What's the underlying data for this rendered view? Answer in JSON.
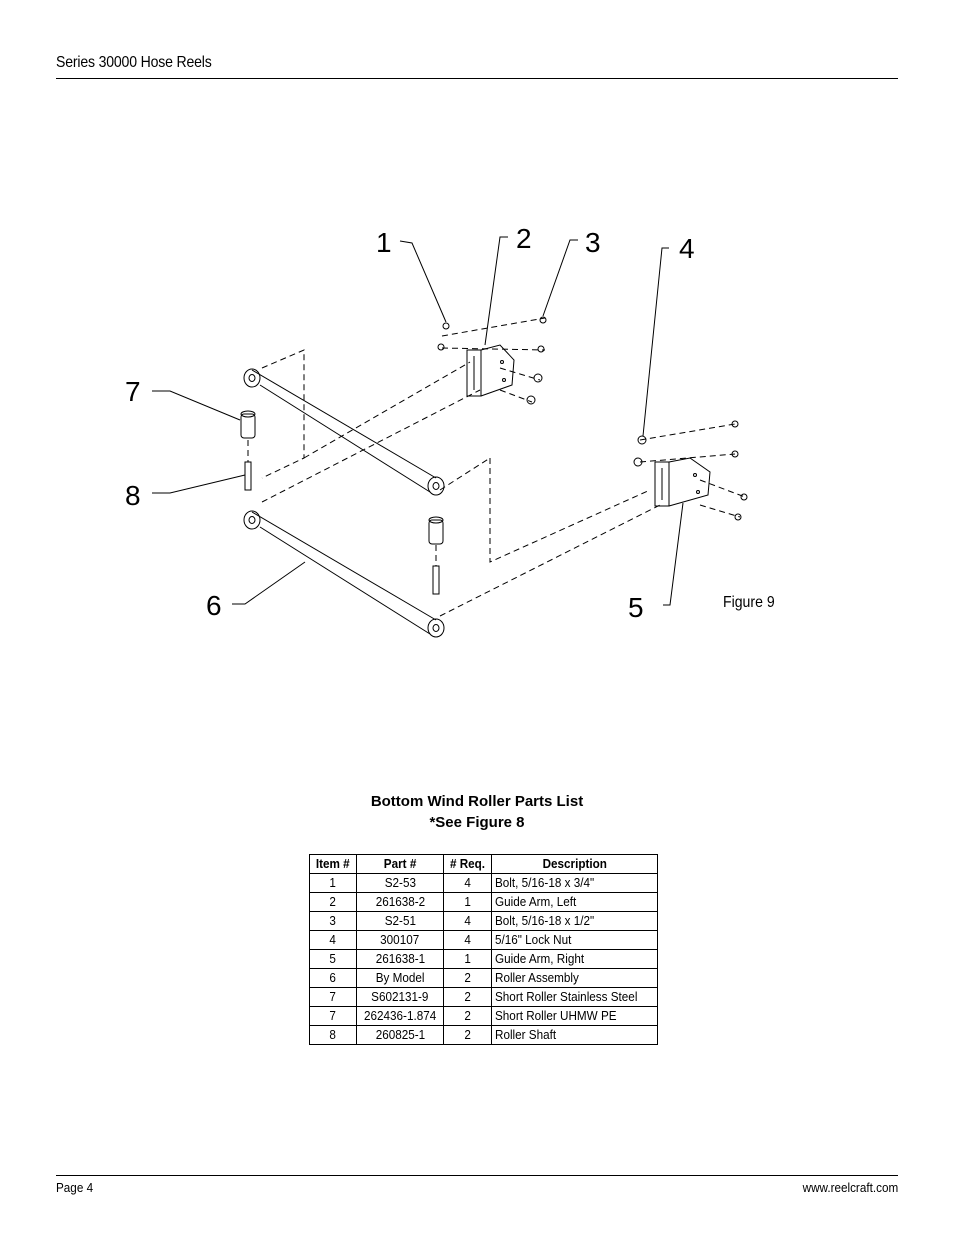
{
  "header": {
    "title": "Series 30000 Hose Reels"
  },
  "footer": {
    "page": "Page 4",
    "website": "www.reelcraft.com"
  },
  "figure": {
    "label": "Figure 9",
    "callouts": [
      "1",
      "2",
      "3",
      "4",
      "5",
      "6",
      "7",
      "8"
    ]
  },
  "parts_list": {
    "title": "Bottom Wind Roller Parts List",
    "subtitle": "*See Figure 8",
    "columns": [
      "Item #",
      "Part #",
      "# Req.",
      "Description"
    ],
    "rows": [
      {
        "item": "1",
        "part": "S2-53",
        "req": "4",
        "desc": "Bolt, 5/16-18 x 3/4\""
      },
      {
        "item": "2",
        "part": "261638-2",
        "req": "1",
        "desc": "Guide Arm, Left"
      },
      {
        "item": "3",
        "part": "S2-51",
        "req": "4",
        "desc": "Bolt, 5/16-18 x 1/2\""
      },
      {
        "item": "4",
        "part": "300107",
        "req": "4",
        "desc": "5/16\" Lock Nut"
      },
      {
        "item": "5",
        "part": "261638-1",
        "req": "1",
        "desc": "Guide Arm, Right"
      },
      {
        "item": "6",
        "part": "By Model",
        "req": "2",
        "desc": "Roller Assembly"
      },
      {
        "item": "7",
        "part": "S602131-9",
        "req": "2",
        "desc": "Short Roller Stainless Steel"
      },
      {
        "item": "7",
        "part": "262436-1.874",
        "req": "2",
        "desc": "Short Roller UHMW PE"
      },
      {
        "item": "8",
        "part": "260825-1",
        "req": "2",
        "desc": "Roller Shaft"
      }
    ]
  }
}
